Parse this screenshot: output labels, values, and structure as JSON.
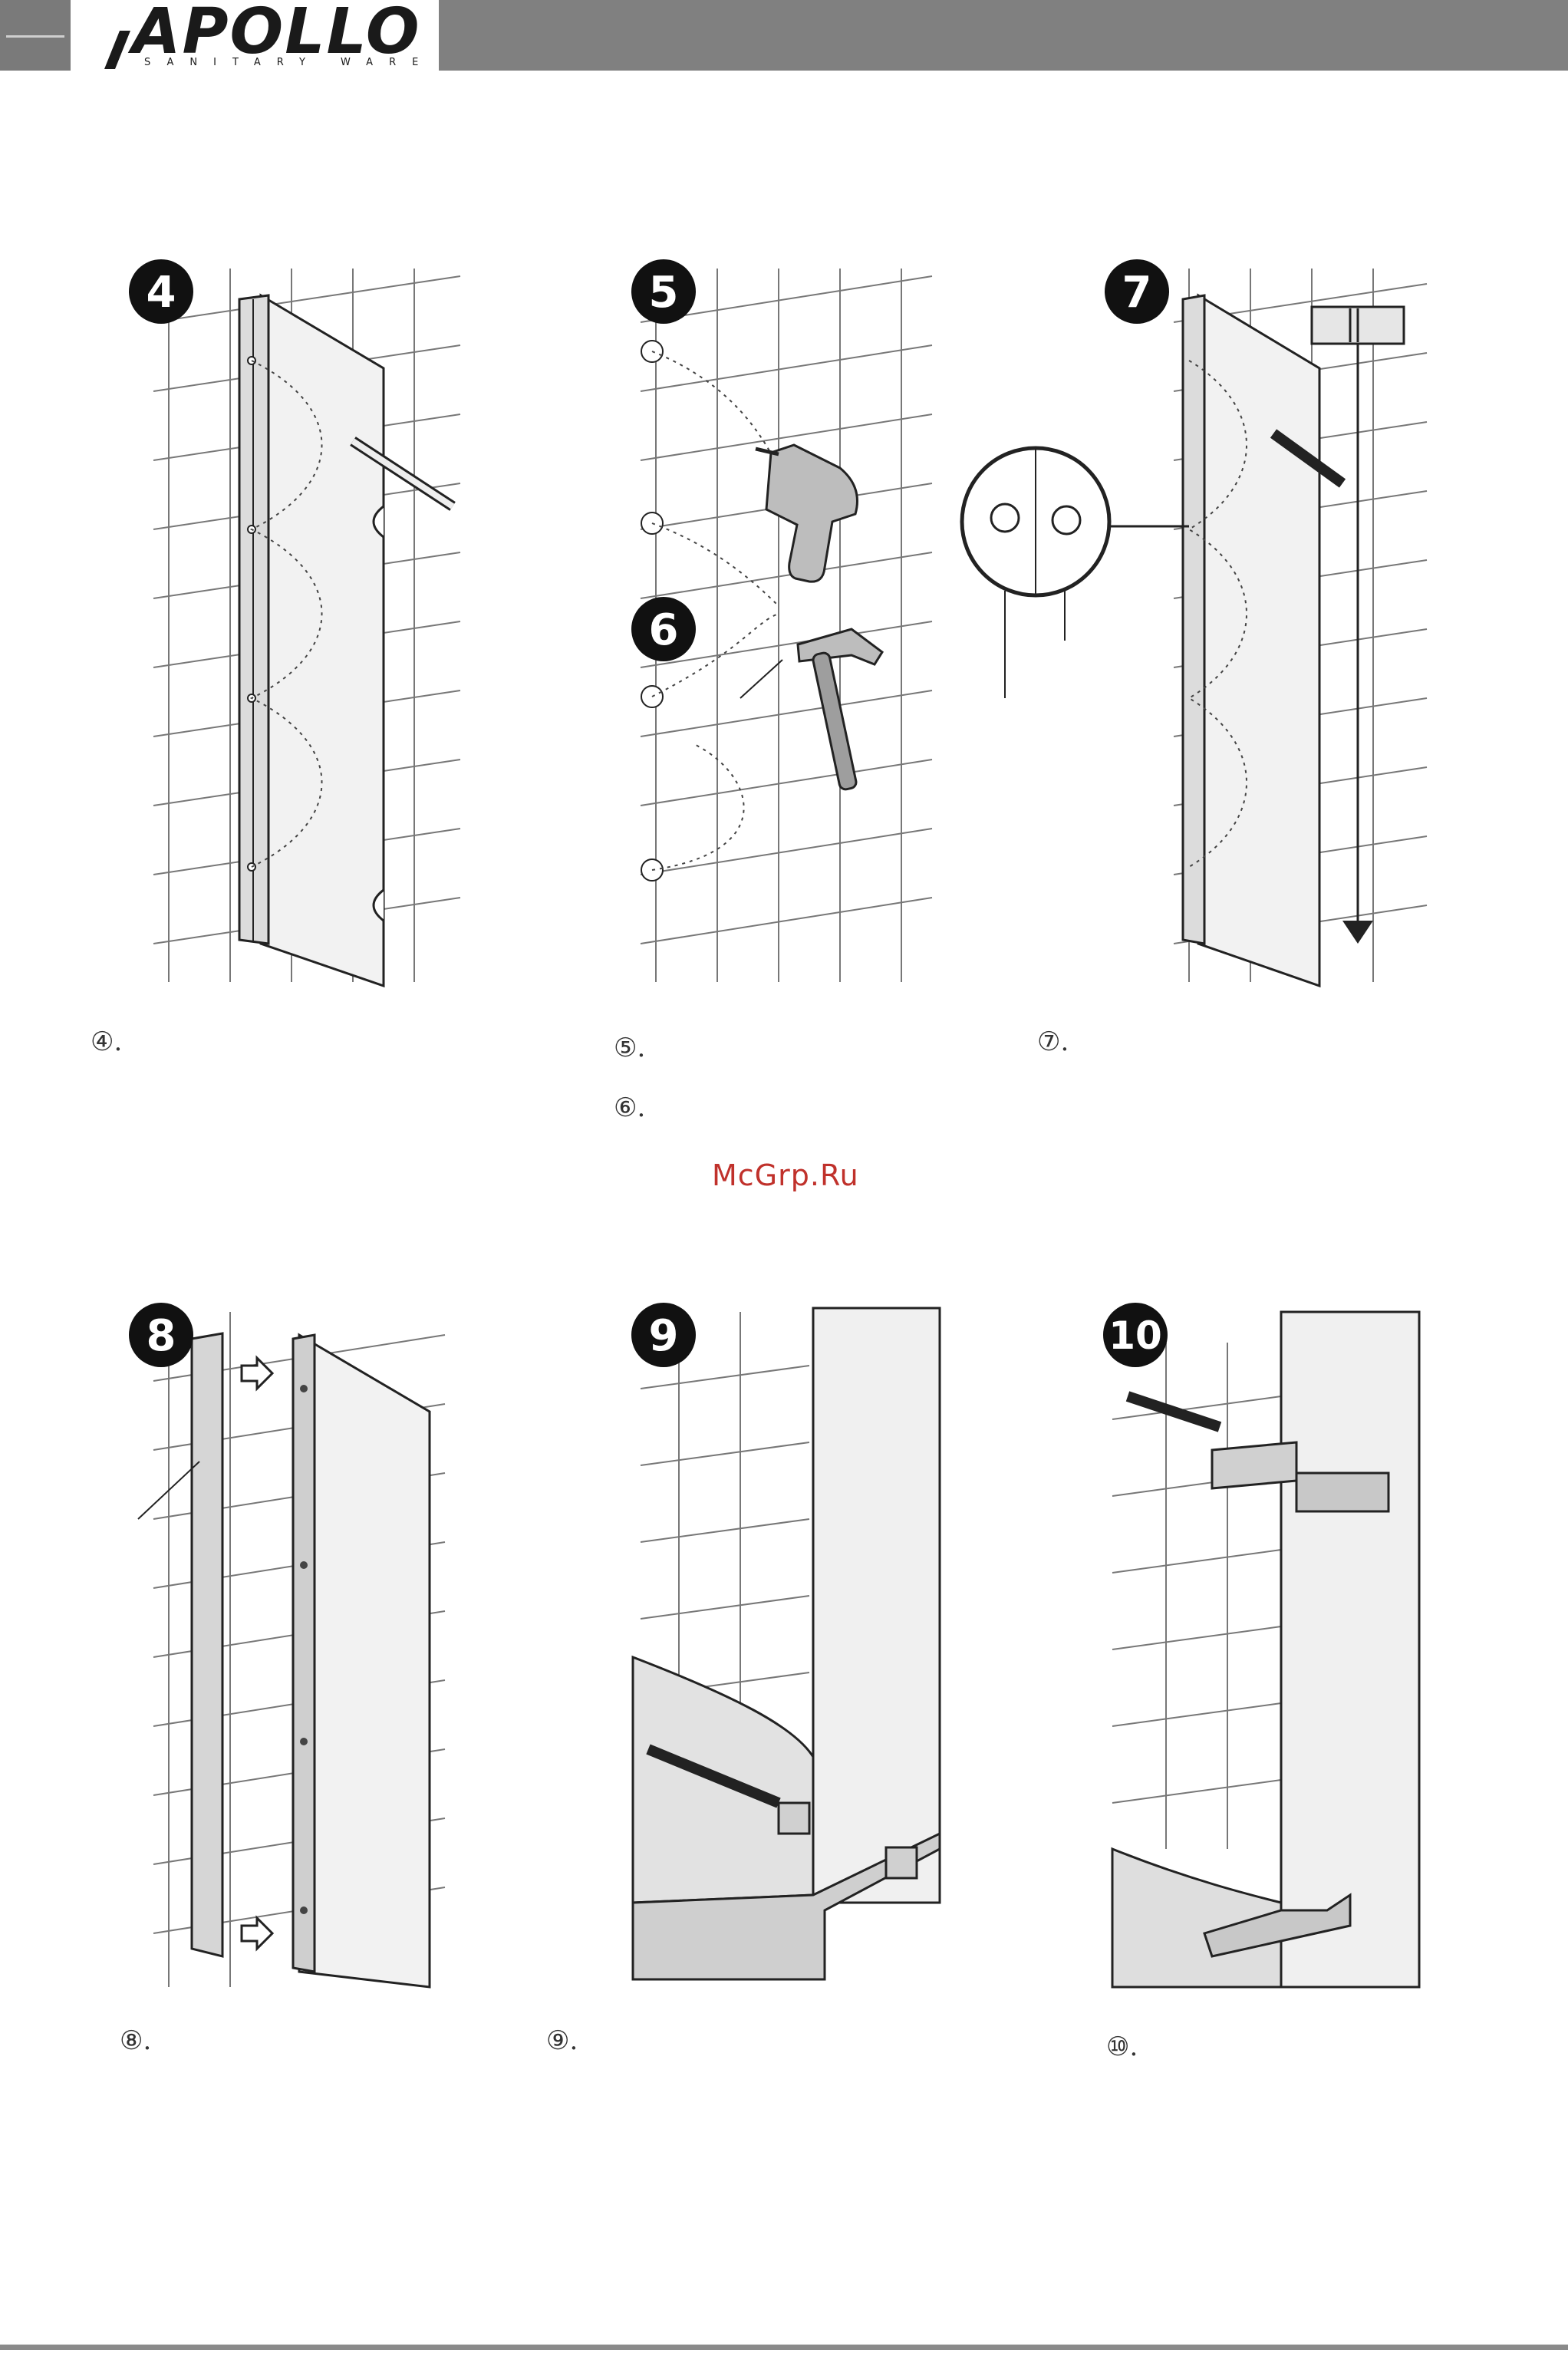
{
  "header": {
    "logo_text": "APOLLO",
    "logo_subtitle": "SANITARY WARE",
    "accent_color": "#808080"
  },
  "steps": [
    {
      "id": "4",
      "label": "④."
    },
    {
      "id": "5",
      "label": "⑤."
    },
    {
      "id": "6",
      "label": "⑥."
    },
    {
      "id": "7",
      "label": "⑦."
    },
    {
      "id": "8",
      "label": "⑧."
    },
    {
      "id": "9",
      "label": "⑨."
    },
    {
      "id": "10",
      "label": "⑩."
    }
  ],
  "badges": {
    "b4": "4",
    "b5": "5",
    "b6": "6",
    "b7": "7",
    "b8": "8",
    "b9": "9",
    "b10": "10"
  },
  "watermark": {
    "text": "McGrp.Ru",
    "color": "#c0312b"
  },
  "icons": {
    "pencil": "pencil-icon",
    "drill": "drill-icon",
    "hammer": "hammer-icon",
    "level": "spirit-level-icon",
    "plumb": "plumb-bob-icon",
    "screwdriver": "screwdriver-icon"
  }
}
